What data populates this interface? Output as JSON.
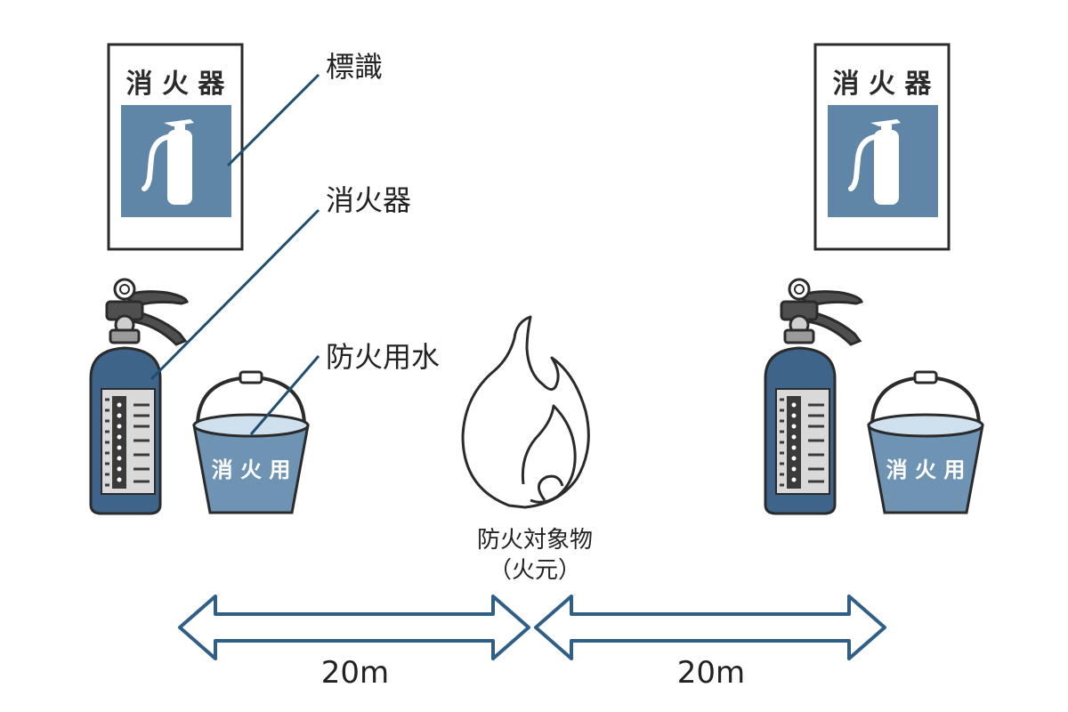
{
  "sign_text": "消 火 器",
  "callouts": {
    "sign": "標識",
    "extinguisher": "消火器",
    "water": "防火用水"
  },
  "bucket_text": "消 火 用",
  "fire_object": {
    "line1": "防火対象物",
    "line2": "（火元）"
  },
  "distances": {
    "left": "20m",
    "right": "20m"
  },
  "colors": {
    "accent_blue": "#5f86a6",
    "dark_blue": "#4a6d8c",
    "line": "#1f4e70",
    "outline": "#2b2b2b"
  }
}
